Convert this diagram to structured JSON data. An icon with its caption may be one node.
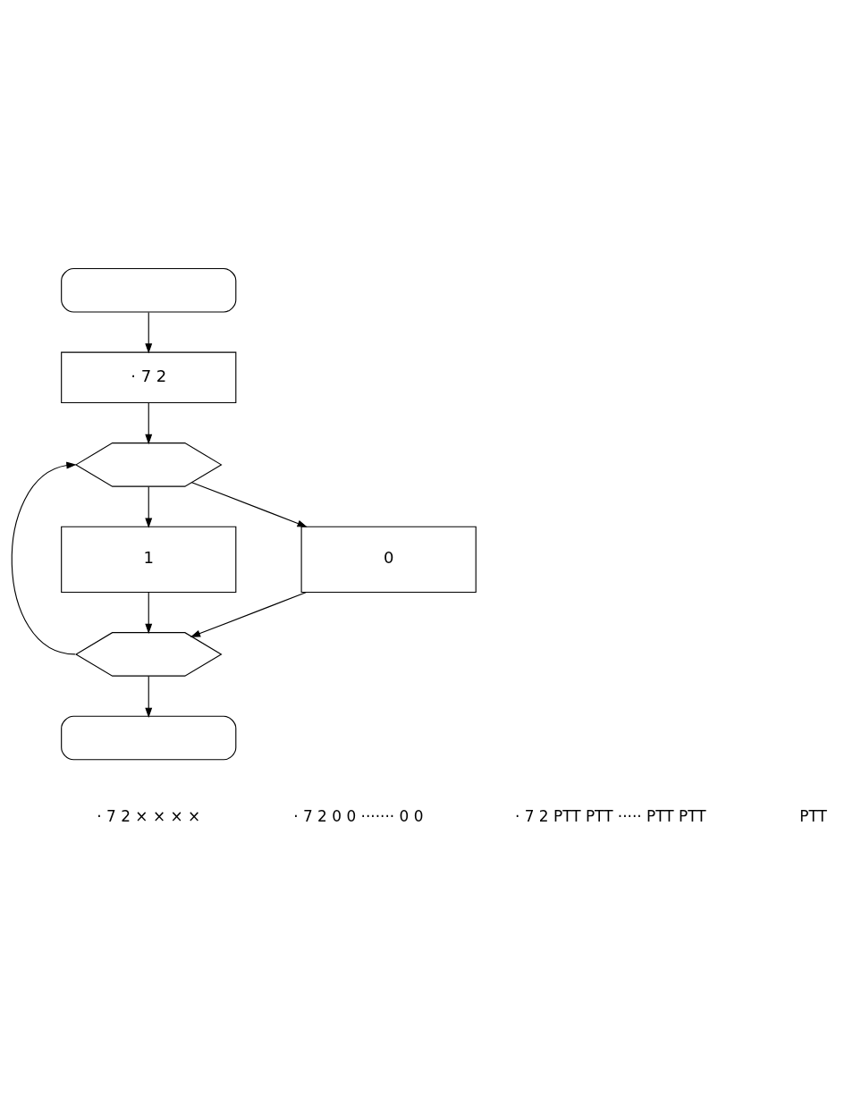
{
  "diagram": {
    "nodes": [
      {
        "text": [],
        "shape": "oval"
      },
      {
        "text": [
          "· 7 2"
        ]
      },
      {
        "text": [],
        "shape": "hexagon"
      },
      {
        "text": [
          "1"
        ]
      },
      {
        "text": [
          "0"
        ]
      },
      {
        "text": [],
        "shape": "hexagon"
      },
      {
        "text": [],
        "shape": "oval"
      }
    ],
    "edges": [
      {
        "from": 0,
        "to": 1,
        "arrow": "to"
      },
      {
        "from": 1,
        "to": 2,
        "arrow": "to"
      },
      {
        "from": 2,
        "to": 3,
        "arrow": "to"
      },
      {
        "from": 2,
        "to": 4,
        "arrow": "to"
      },
      {
        "from": 3,
        "to": 5,
        "arrow": "to"
      },
      {
        "from": 4,
        "to": 5,
        "arrow": "to"
      },
      {
        "from": 5,
        "to": 2,
        "arrow": "to"
      },
      {
        "from": 5,
        "to": 6,
        "arrow": "to"
      }
    ],
    "labels": [
      "· 7 2 × × × ×",
      "· 7 2 0 0 ······· 0 0",
      "· 7 2 PTT PTT ····· PTT PTT",
      "PTT"
    ]
  }
}
